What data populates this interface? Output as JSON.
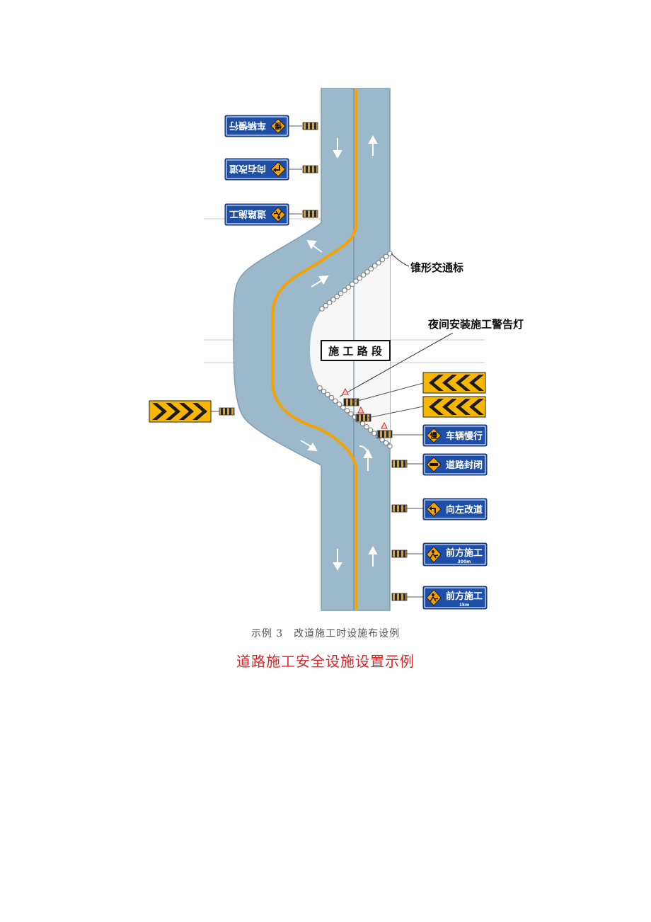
{
  "diagram": {
    "label_cones": "锥形交通标",
    "label_lights": "夜间安装施工警告灯",
    "construction_box": "施 工 路 段",
    "signs_right": [
      {
        "id": "slow",
        "text": "车辆慢行",
        "icon": "slow-icon",
        "sub": ""
      },
      {
        "id": "closed",
        "text": "道路封闭",
        "icon": "road-closed-icon",
        "sub": ""
      },
      {
        "id": "left",
        "text": "向左改道",
        "icon": "detour-left-icon",
        "sub": ""
      },
      {
        "id": "ahead300",
        "text": "前方施工",
        "icon": "worker-icon",
        "sub": "300m"
      },
      {
        "id": "ahead1k",
        "text": "前方施工",
        "icon": "worker-icon",
        "sub": "1km"
      }
    ],
    "signs_left": [
      {
        "id": "slow-flipped",
        "text": "车辆慢行",
        "icon": "slow-icon"
      },
      {
        "id": "right-flipped",
        "text": "向右改道",
        "icon": "detour-right-icon"
      },
      {
        "id": "work-flipped",
        "text": "道路施工",
        "icon": "worker-icon"
      }
    ],
    "colors": {
      "road": "#9cb8cb",
      "road_dark": "#8aa9bf",
      "yellow_line": "#f5a300",
      "sign_blue": "#1e4fa8",
      "diamond": "#f5a300",
      "chevron_bg": "#f7b700",
      "chevron": "#1a1a1a"
    }
  },
  "caption": {
    "main": "示例 3　改道施工时设施布设例",
    "title": "道路施工安全设施设置示例"
  }
}
